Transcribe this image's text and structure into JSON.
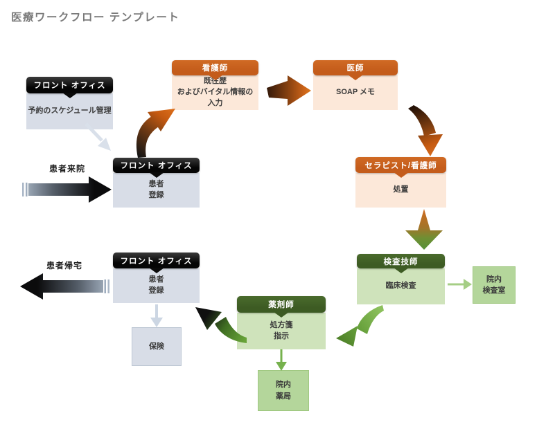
{
  "page": {
    "title": "医療ワークフロー テンプレート"
  },
  "flow_labels": {
    "arrival": "患者来院",
    "departure": "患者帰宅"
  },
  "nodes": {
    "appointment": {
      "role": "フロント オフィス",
      "label": "予約のスケジュール管理"
    },
    "registration_in": {
      "role": "フロント オフィス",
      "label": "患者\n登録"
    },
    "nurse": {
      "role": "看護師",
      "label": "既往歴\nおよびバイタル情報の\n入力"
    },
    "doctor": {
      "role": "医師",
      "label": "SOAP メモ"
    },
    "therapist": {
      "role": "セラピスト/看護師",
      "label": "処置"
    },
    "lab": {
      "role": "検査技師",
      "label": "臨床検査"
    },
    "lab_room": {
      "label": "院内\n検査室"
    },
    "registration_out": {
      "role": "フロント オフィス",
      "label": "患者\n登録"
    },
    "insurance": {
      "label": "保険"
    },
    "pharmacist": {
      "role": "薬剤師",
      "label": "処方箋\n指示"
    },
    "pharmacy": {
      "label": "院内\n薬局"
    }
  },
  "connectors": [
    {
      "from": "arrival_entry",
      "to": "registration_in",
      "style": "black-gradient-right"
    },
    {
      "from": "appointment",
      "to": "registration_in",
      "style": "gray-thin"
    },
    {
      "from": "registration_in",
      "to": "nurse",
      "style": "orange-curved"
    },
    {
      "from": "nurse",
      "to": "doctor",
      "style": "orange-chevron-right"
    },
    {
      "from": "doctor",
      "to": "therapist",
      "style": "orange-curved"
    },
    {
      "from": "therapist",
      "to": "lab",
      "style": "orange-green-chevron-down"
    },
    {
      "from": "lab",
      "to": "lab_room",
      "style": "light-green-thin"
    },
    {
      "from": "lab",
      "to": "pharmacist",
      "style": "green-curved"
    },
    {
      "from": "pharmacist",
      "to": "pharmacy",
      "style": "green-thin"
    },
    {
      "from": "pharmacist",
      "to": "registration_out",
      "style": "green-black-curved"
    },
    {
      "from": "registration_out",
      "to": "insurance",
      "style": "gray-thin"
    },
    {
      "from": "registration_out",
      "to": "departure_exit",
      "style": "black-gradient-left"
    }
  ],
  "colors": {
    "title_text": "#7a7a7a",
    "front_office_header": "#0a0a0a",
    "front_office_body": "#d8dde7",
    "clinical_header": "#c45c1b",
    "clinical_body": "#fce8d9",
    "lab_header": "#3d5b23",
    "lab_body": "#cfe3bb",
    "facility_box": "#b4d69b"
  }
}
